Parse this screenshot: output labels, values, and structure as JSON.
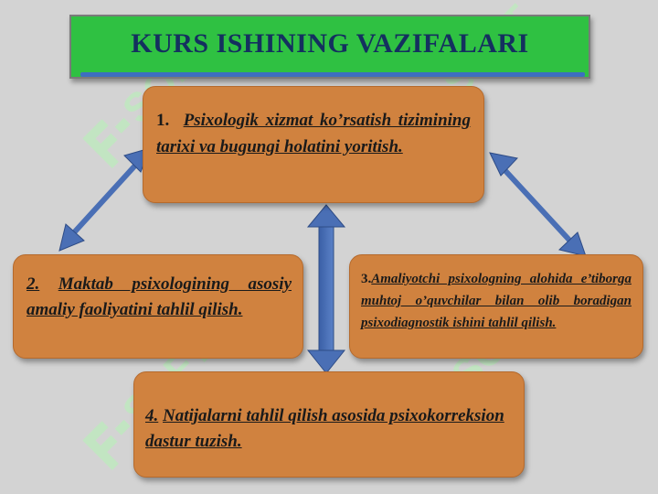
{
  "title": "KURS ISHINING VAZIFALARI",
  "colors": {
    "background": "#d3d3d3",
    "title_banner": "#2fc142",
    "title_text": "#14305f",
    "box_fill": "#d0823f",
    "arrow_fill": "#4a6fb5",
    "watermark": "#b5f5b5"
  },
  "boxes": {
    "box1": {
      "number": "1",
      "number_suffix": ".",
      "text": "Psixologik xizmat ko’rsatish tizimining tarixi va bugungi holatini yoritish."
    },
    "box2": {
      "number": "2.",
      "text": "Maktab psixologining asosiy amaliy faoliyatini tahlil qilish."
    },
    "box3": {
      "number": "3.",
      "text": "Amaliyotchi psixologning alohida e’tiborga muhtoj o’quvchilar bilan olib boradigan psixodiagnostik ishini tahlil qilish."
    },
    "box4": {
      "number": "4.",
      "text": "Natijalarni tahlil qilish asosida psixokorreksion dastur tuzish."
    }
  },
  "watermark_text": "SOFT"
}
